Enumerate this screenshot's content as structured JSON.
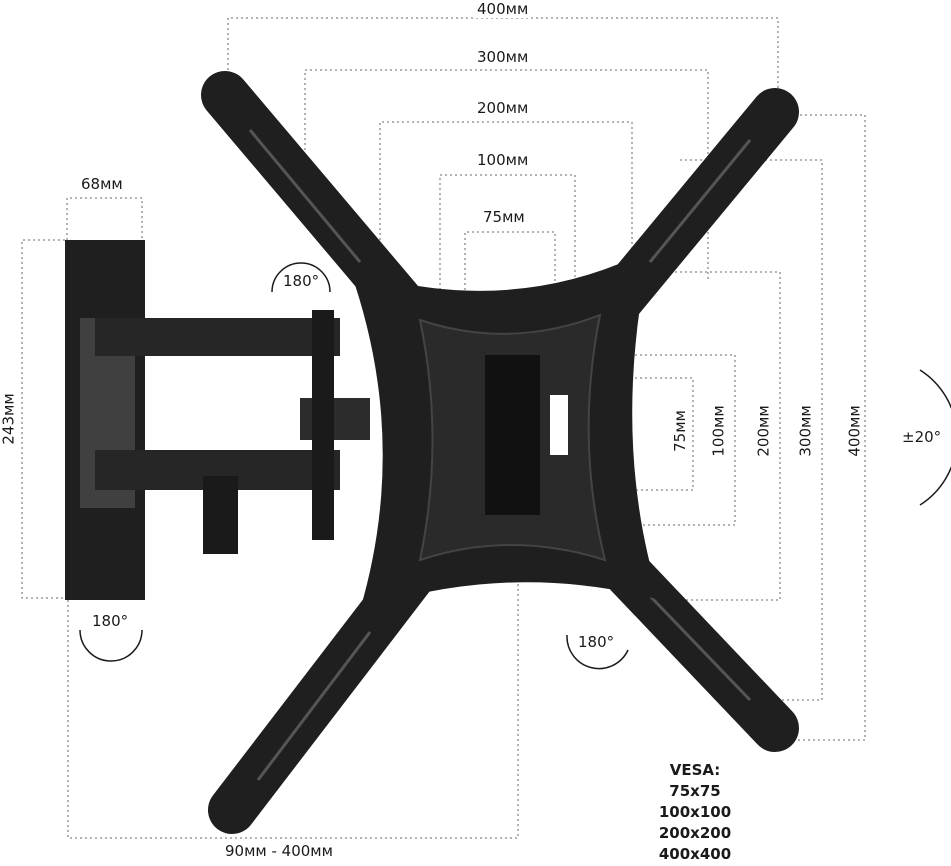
{
  "dimensions": {
    "top_400": "400мм",
    "top_300": "300мм",
    "top_200": "200мм",
    "top_100": "100мм",
    "top_75": "75мм",
    "wall_width": "68мм",
    "wall_height": "243мм",
    "right_75": "75мм",
    "right_100": "100мм",
    "right_200": "200мм",
    "right_300": "300мм",
    "right_400": "400мм",
    "extension": "90мм - 400мм"
  },
  "rotations": {
    "swivel_top": "180°",
    "swivel_wall": "180°",
    "swivel_plate": "180°",
    "tilt": "±20°"
  },
  "vesa": {
    "title": "VESA:",
    "sizes": [
      "75x75",
      "100x100",
      "200x200",
      "400x400"
    ]
  },
  "colors": {
    "mount": "#1f1f1f",
    "dotted": "#888888"
  }
}
